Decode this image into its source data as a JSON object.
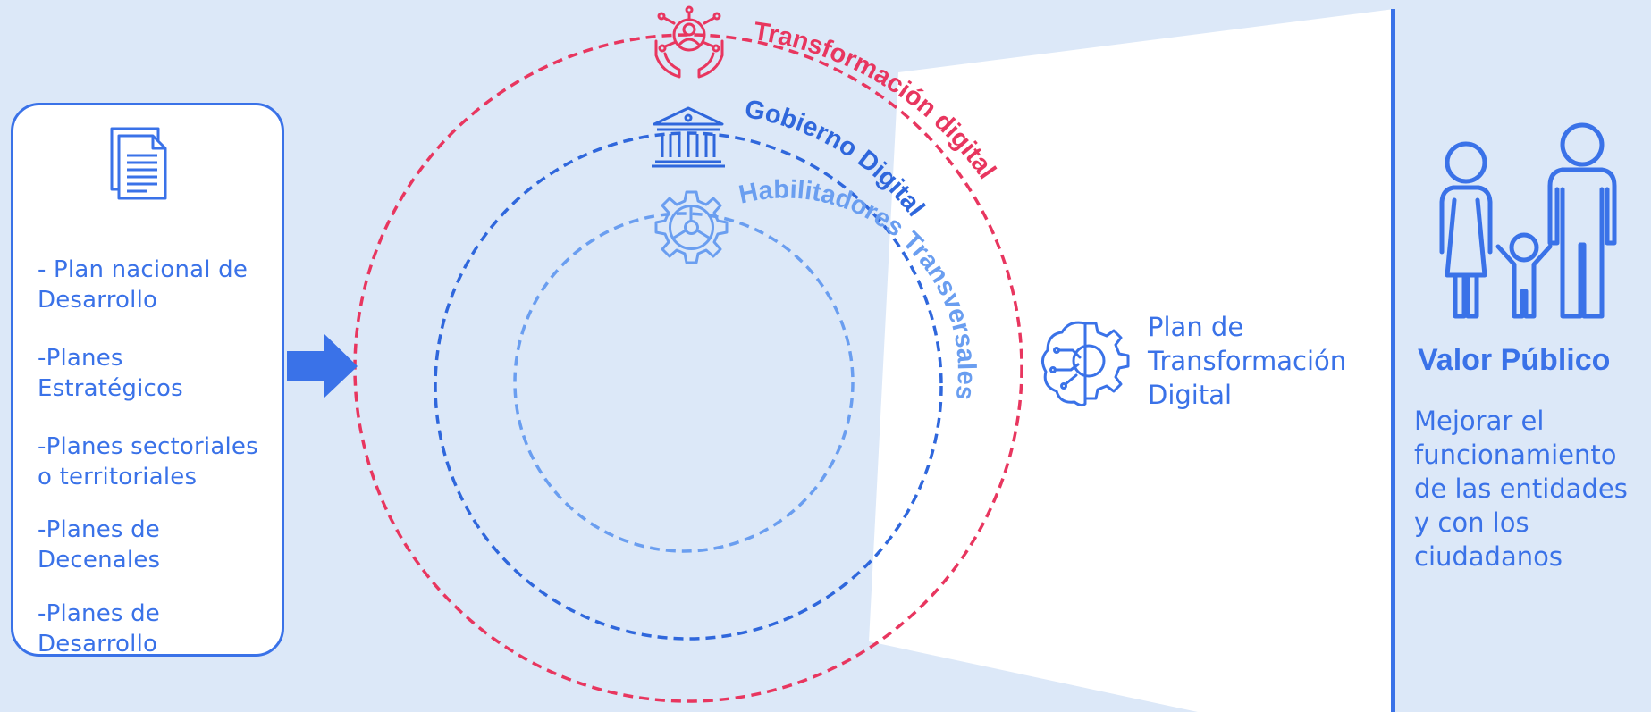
{
  "inputs": [
    {
      "line1": "- Plan nacional de",
      "line2": "Desarrollo"
    },
    {
      "line1": "-Planes",
      "line2": "Estratégicos"
    },
    {
      "line1": "-Planes sectoriales",
      "line2": "o territoriales"
    },
    {
      "line1": "-Planes de",
      "line2": "Decenales"
    },
    {
      "line1": "-Planes de",
      "line2": "Desarrollo"
    }
  ],
  "rings": {
    "outer": {
      "label": "Transformación digital",
      "color": "#e8365f",
      "icon": "hands-person-network-icon"
    },
    "middle": {
      "label": "Gobierno Digital",
      "color": "#2f67dc",
      "icon": "government-building-icon"
    },
    "inner": {
      "label": "Habilitadores Transversales",
      "color": "#6a9ef0",
      "icon": "gear-icon"
    }
  },
  "plan": {
    "line1": "Plan de",
    "line2": "Transformación",
    "line3": "Digital",
    "icon": "brain-gear-icon"
  },
  "value": {
    "title": "Valor Público",
    "desc_lines": [
      "Mejorar el",
      "funcionamiento",
      "de las entidades",
      "y con los",
      "ciudadanos"
    ],
    "icon": "family-icon"
  },
  "colors": {
    "accent": "#3a72e8",
    "background": "#dce8f8"
  }
}
